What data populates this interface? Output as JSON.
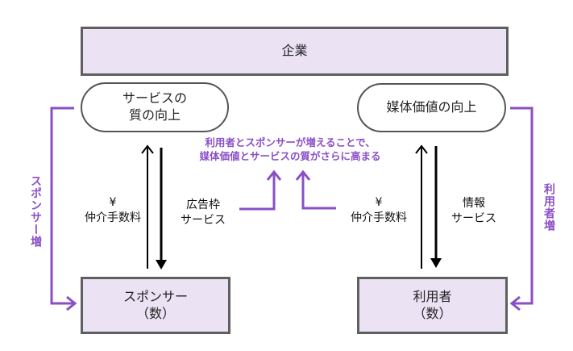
{
  "diagram": {
    "company": "企業",
    "service_quality": [
      "サービスの",
      "質の向上"
    ],
    "media_value": "媒体価値の向上",
    "sponsor": [
      "スポンサー",
      "（数）"
    ],
    "user": [
      "利用者",
      "（数）"
    ],
    "left_fee": [
      "¥",
      "仲介手数料"
    ],
    "ad_service": [
      "広告枠",
      "サービス"
    ],
    "right_fee": [
      "¥",
      "仲介手数料"
    ],
    "info_service": [
      "情報",
      "サービス"
    ],
    "center_note": [
      "利用者とスポンサーが増えることで、",
      "媒体価値とサービスの質がさらに高まる"
    ],
    "sponsor_increase": "スポンサー増",
    "user_increase": "利用者増",
    "colors": {
      "accent": "#8a4fc6",
      "box_fill": "#ebe3f4",
      "border": "#5f5f5f"
    }
  }
}
